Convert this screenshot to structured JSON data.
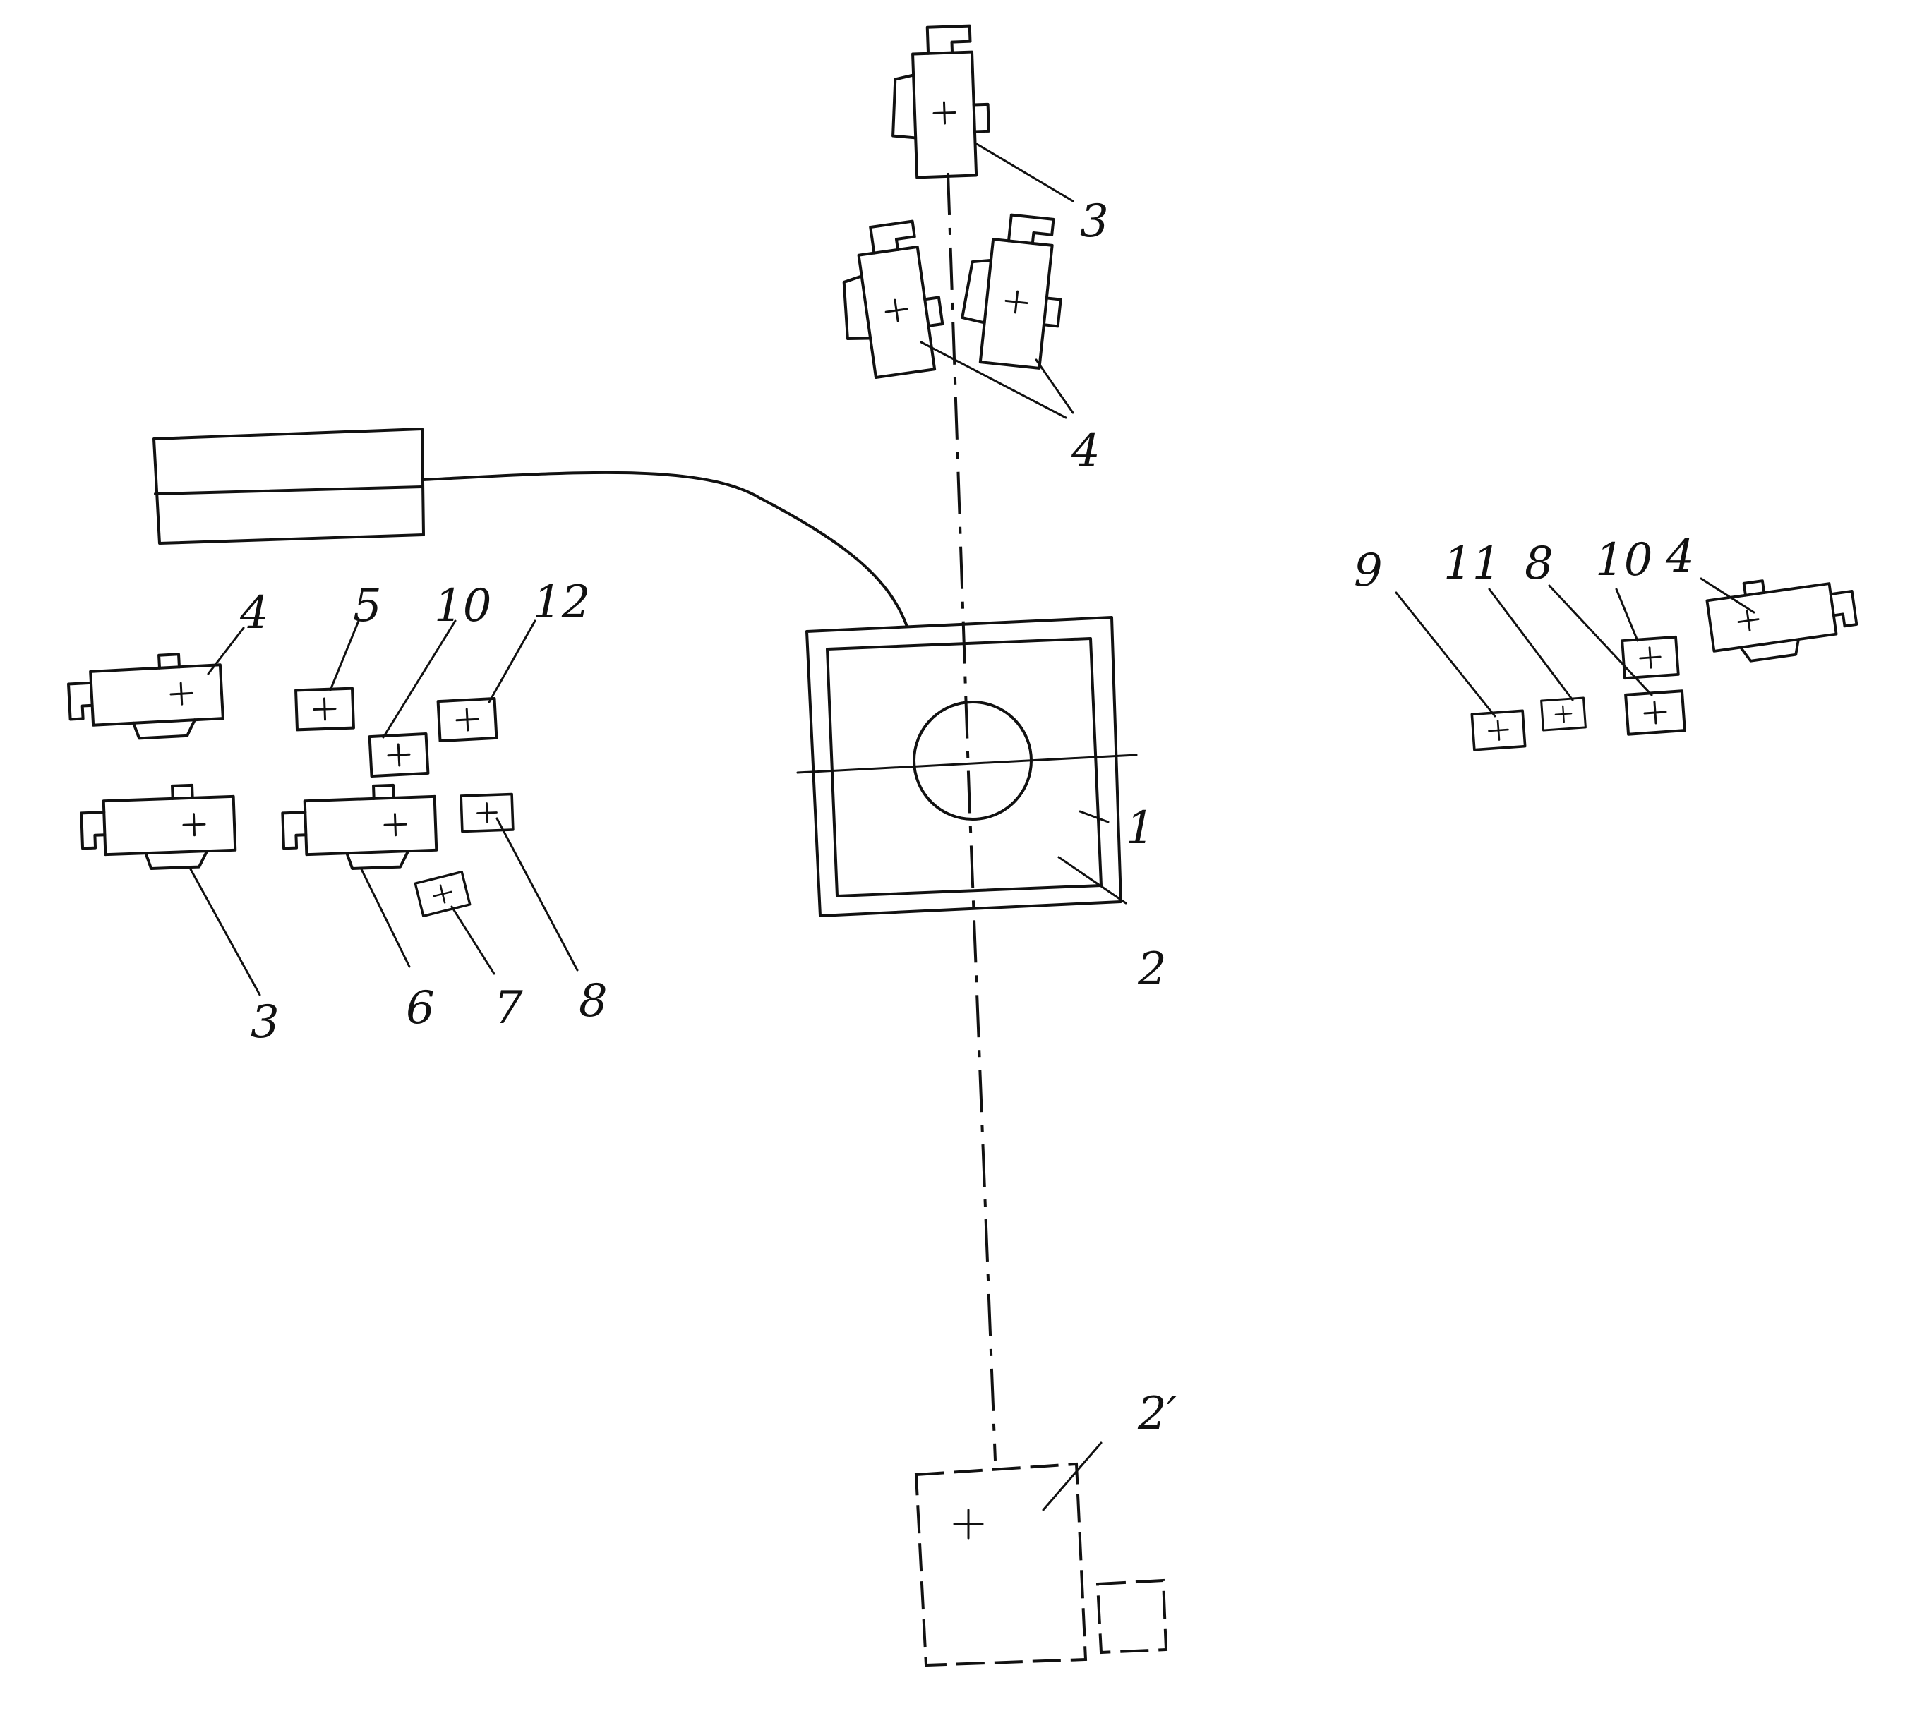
{
  "diagram": {
    "labels": {
      "l1": "1",
      "l2": "2",
      "l2p": "2′",
      "top3": "3",
      "top4": "4",
      "left4": "4",
      "left5": "5",
      "left10": "10",
      "left12": "12",
      "left3": "3",
      "left6": "6",
      "left7": "7",
      "left8": "8",
      "right9": "9",
      "right11": "11",
      "right8": "8",
      "right10": "10",
      "right4": "4"
    },
    "icons": {
      "camera": "camera-icon",
      "light": "lamp-icon",
      "control_unit": "control-console-icon"
    },
    "line_color": "#111111",
    "background": "#ffffff"
  }
}
